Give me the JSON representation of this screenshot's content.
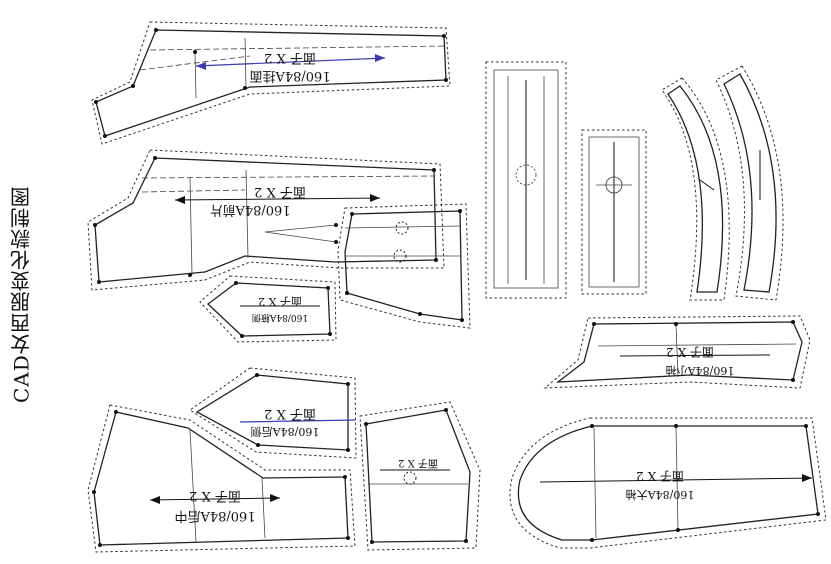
{
  "title": "CAD女西服变化款制图",
  "pieces": {
    "collar": {
      "size": "160/84A挂面",
      "qty": "面子 X 2"
    },
    "front": {
      "size": "160/84A前片",
      "qty": "面子 X 2"
    },
    "side_small": {
      "size": "160/84A腋侧",
      "qty": "面子 X 2"
    },
    "side_back": {
      "size": "160/84A后侧",
      "qty": "面子 X 2"
    },
    "back": {
      "size": "160/84A后中",
      "qty": "面子 X 2"
    },
    "pocket": {
      "qty": "面子 X 2"
    },
    "small_sleeve": {
      "size": "160/84A小袖",
      "qty": "面子 X 2"
    },
    "big_sleeve": {
      "size": "160/84A大袖",
      "qty": "面子 X 2"
    }
  },
  "colors": {
    "line": "#222222",
    "grain_accent": "#3b3bb0",
    "background": "#ffffff"
  }
}
